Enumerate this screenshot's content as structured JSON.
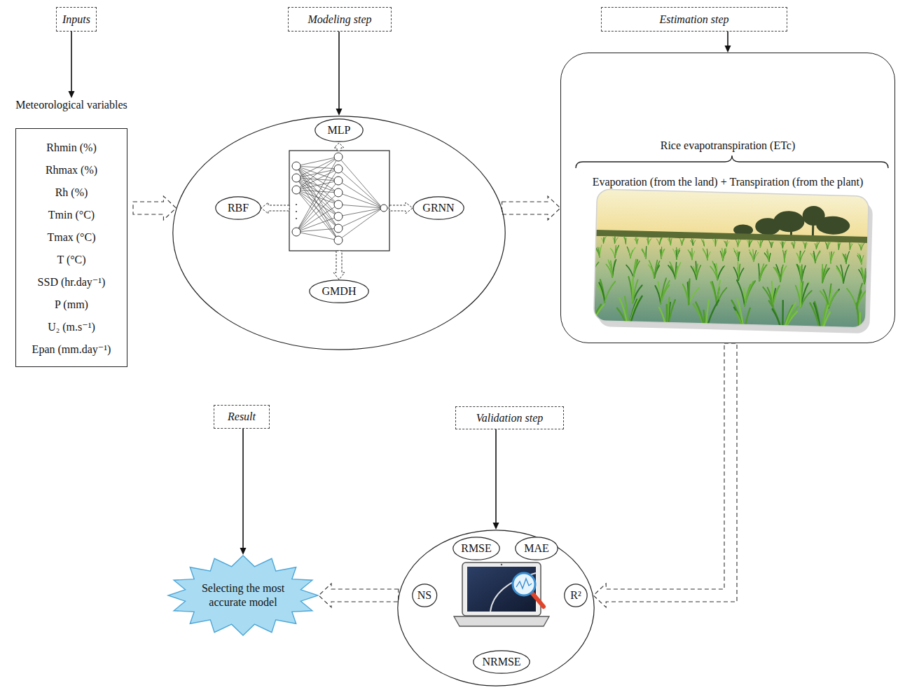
{
  "diagram": {
    "nodes": [
      {
        "text": [
          "Inputs"
        ]
      },
      {
        "text": [
          "Modeling step"
        ]
      },
      {
        "text": [
          "Estimation step"
        ]
      },
      {
        "text": [
          "Meteorological variables",
          "Rhmin (%)",
          "Rhmax (%)",
          "Rh (%)",
          "Tmin (°C)",
          "Tmax (°C)",
          "T (°C)",
          "SSD (hr.day⁻¹)",
          "P (mm)",
          "U₂ (m.s⁻¹)",
          "Epan (mm.day⁻¹)"
        ]
      },
      {
        "text": []
      },
      {
        "text": [
          "MLP"
        ],
        "in": 4
      },
      {
        "text": [
          "RBF"
        ],
        "in": 4
      },
      {
        "text": [
          "GRNN"
        ],
        "in": 4
      },
      {
        "text": [
          "GMDH"
        ],
        "in": 4
      },
      {
        "text": [
          "Rice evapotranspiration (ETc)",
          "Evaporation (from the land) + Transpiration (from the plant)"
        ]
      },
      {
        "text": [
          "Result"
        ]
      },
      {
        "text": [
          "Validation step"
        ]
      },
      {
        "text": [
          "Selecting the most accurate model"
        ]
      },
      {
        "text": []
      },
      {
        "text": [
          "RMSE"
        ],
        "in": 13
      },
      {
        "text": [
          "MAE"
        ],
        "in": 13
      },
      {
        "text": [
          "NS"
        ],
        "in": 13
      },
      {
        "text": [
          "R²"
        ],
        "in": 13
      },
      {
        "text": [
          "NRMSE"
        ],
        "in": 13
      }
    ],
    "edges": [
      {
        "from": 0,
        "to": 3,
        "arrow": "to"
      },
      {
        "from": 1,
        "to": 4,
        "arrow": "to"
      },
      {
        "from": 2,
        "to": 9,
        "arrow": "to"
      },
      {
        "from": 3,
        "to": 4,
        "arrow": "to"
      },
      {
        "from": 4,
        "to": 9,
        "arrow": "to"
      },
      {
        "from": 9,
        "to": 13,
        "arrow": "to"
      },
      {
        "from": 11,
        "to": 13,
        "arrow": "to"
      },
      {
        "from": 13,
        "to": 12,
        "arrow": "to"
      },
      {
        "from": 10,
        "to": 12,
        "arrow": "to"
      }
    ]
  }
}
